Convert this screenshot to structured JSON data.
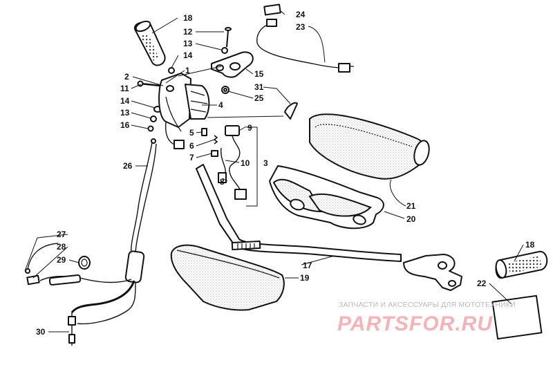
{
  "diagram": {
    "callouts": [
      {
        "id": "c1",
        "label": "1"
      },
      {
        "id": "c2",
        "label": "2"
      },
      {
        "id": "c3",
        "label": "3"
      },
      {
        "id": "c4",
        "label": "4"
      },
      {
        "id": "c5",
        "label": "5"
      },
      {
        "id": "c6",
        "label": "6"
      },
      {
        "id": "c7",
        "label": "7"
      },
      {
        "id": "c8",
        "label": "8"
      },
      {
        "id": "c9",
        "label": "9"
      },
      {
        "id": "c10",
        "label": "10"
      },
      {
        "id": "c11",
        "label": "11"
      },
      {
        "id": "c12",
        "label": "12"
      },
      {
        "id": "c13a",
        "label": "13"
      },
      {
        "id": "c13b",
        "label": "13"
      },
      {
        "id": "c14a",
        "label": "14"
      },
      {
        "id": "c14b",
        "label": "14"
      },
      {
        "id": "c15",
        "label": "15"
      },
      {
        "id": "c16",
        "label": "16"
      },
      {
        "id": "c17",
        "label": "17"
      },
      {
        "id": "c18a",
        "label": "18"
      },
      {
        "id": "c18b",
        "label": "18"
      },
      {
        "id": "c19",
        "label": "19"
      },
      {
        "id": "c20",
        "label": "20"
      },
      {
        "id": "c21",
        "label": "21"
      },
      {
        "id": "c22",
        "label": "22"
      },
      {
        "id": "c23",
        "label": "23"
      },
      {
        "id": "c24",
        "label": "24"
      },
      {
        "id": "c25",
        "label": "25"
      },
      {
        "id": "c26",
        "label": "26"
      },
      {
        "id": "c27",
        "label": "27"
      },
      {
        "id": "c28",
        "label": "28"
      },
      {
        "id": "c29",
        "label": "29"
      },
      {
        "id": "c30",
        "label": "30"
      },
      {
        "id": "c31",
        "label": "31"
      }
    ]
  },
  "watermark": {
    "tagline": "ЗАПЧАСТИ И АКСЕССУАРЫ ДЛЯ МОТОТЕХНИКИ",
    "logo_text": "PARTSFOR.RU",
    "color": "#f4b3b8"
  }
}
